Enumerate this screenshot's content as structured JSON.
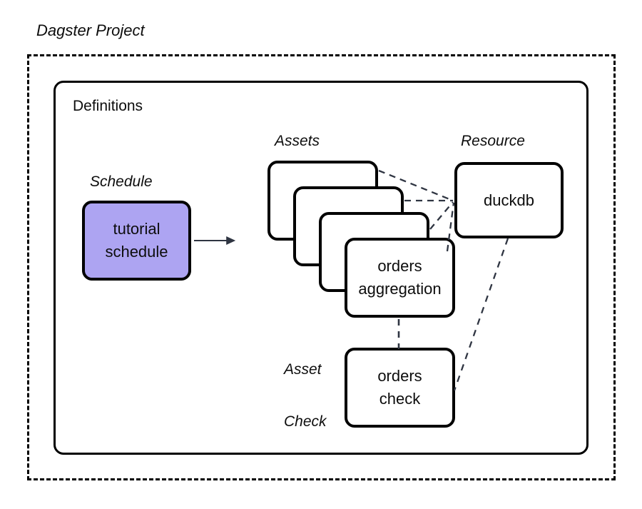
{
  "diagram": {
    "title": "Dagster Project",
    "container_label": "Definitions",
    "groups": {
      "schedule_label": "Schedule",
      "assets_label": "Assets",
      "resource_label": "Resource",
      "asset_check_label_line1": "Asset",
      "asset_check_label_line2": "Check"
    },
    "nodes": {
      "schedule": {
        "line1": "tutorial",
        "line2": "schedule",
        "fill": "#ADA4F2",
        "stroke": "#000000"
      },
      "asset_front": {
        "line1": "orders",
        "line2": "aggregation",
        "fill": "#FFFFFF",
        "stroke": "#000000"
      },
      "asset_stack_count": 4,
      "resource": {
        "line1": "duckdb",
        "fill": "#FFFFFF",
        "stroke": "#000000"
      },
      "asset_check": {
        "line1": "orders",
        "line2": "check",
        "fill": "#FFFFFF",
        "stroke": "#000000"
      }
    },
    "edges": {
      "solid_arrow_color": "#2F3542",
      "dashed_color": "#2F3542",
      "border_color": "#000000"
    }
  }
}
